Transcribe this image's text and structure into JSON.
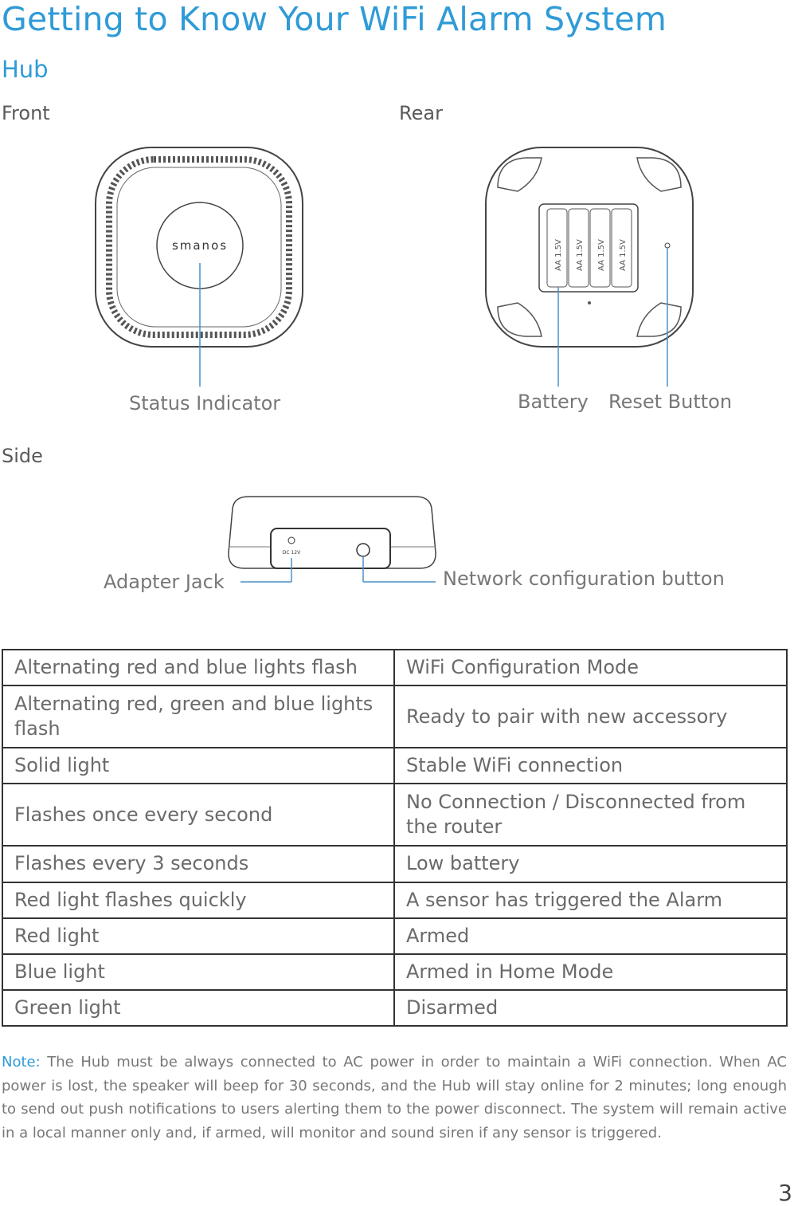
{
  "page": {
    "title": "Getting to Know Your WiFi Alarm System",
    "section": "Hub",
    "page_number": "3"
  },
  "views": {
    "front": "Front",
    "rear": "Rear",
    "side": "Side"
  },
  "callouts": {
    "status_indicator": "Status Indicator",
    "battery": "Battery",
    "reset_button": "Reset Button",
    "adapter_jack": "Adapter Jack",
    "network_button": "Network configuration button"
  },
  "device_labels": {
    "brand": "smanos",
    "battery_cell": "AA 1.5V",
    "dc_label": "DC 12V"
  },
  "status_table": [
    {
      "light": "Alternating red and blue lights flash",
      "meaning": "WiFi Configuration Mode"
    },
    {
      "light": "Alternating red, green and blue lights flash",
      "meaning": "Ready to pair with new accessory"
    },
    {
      "light": "Solid light",
      "meaning": "Stable WiFi connection"
    },
    {
      "light": "Flashes once every second",
      "meaning": "No Connection / Disconnected from the router"
    },
    {
      "light": "Flashes every 3 seconds",
      "meaning": "Low battery"
    },
    {
      "light": "Red light flashes quickly",
      "meaning": "A sensor has triggered the Alarm"
    },
    {
      "light": "Red light",
      "meaning": "Armed"
    },
    {
      "light": "Blue light",
      "meaning": "Armed in Home Mode"
    },
    {
      "light": "Green light",
      "meaning": "Disarmed"
    }
  ],
  "note": {
    "label": "Note:",
    "text": "The Hub must be always connected to AC power in order to maintain a WiFi connection. When AC power is lost, the speaker will beep for 30 seconds, and the Hub will stay online for 2 minutes; long enough to send out push notifications to users alerting them to the power disconnect. The system will remain active in a local manner only and, if armed, will monitor and sound siren if any sensor is triggered."
  },
  "colors": {
    "accent": "#2f9bd7",
    "callout_line": "#4a90c8"
  }
}
